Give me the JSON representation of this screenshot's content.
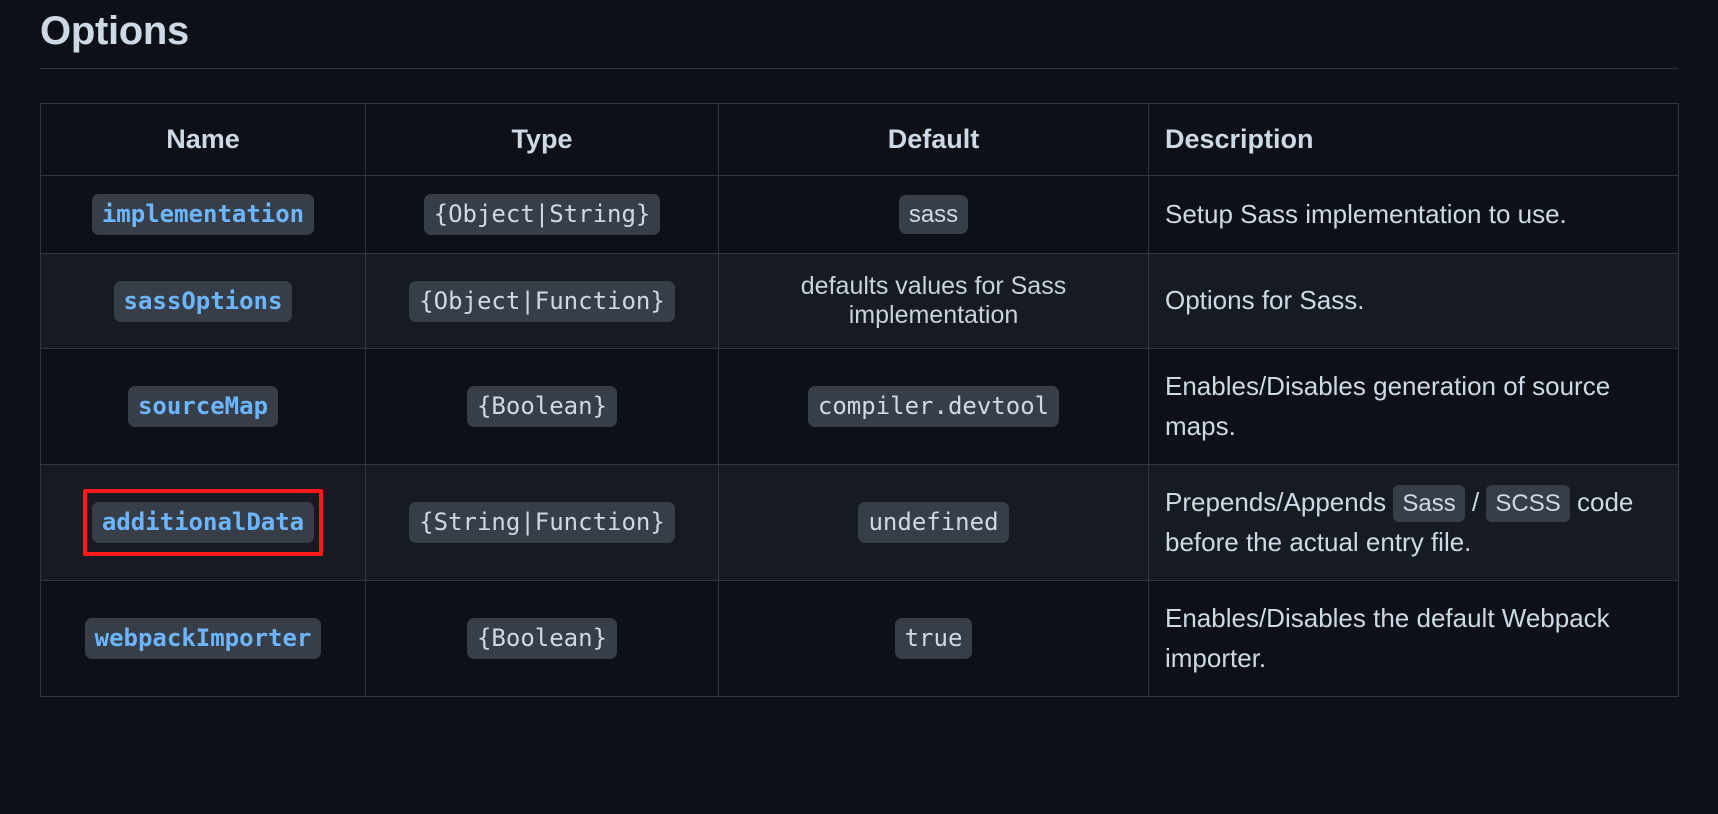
{
  "page": {
    "title": "Options",
    "theme": {
      "background": "#0d1117",
      "row_alt_background": "#161b22",
      "border": "#30363d",
      "text": "#cdd9e5",
      "code_background": "#373e47",
      "code_name_color": "#6cb6ff",
      "highlight_color": "#ff1a1a"
    }
  },
  "table": {
    "headers": {
      "name": "Name",
      "type": "Type",
      "default": "Default",
      "description": "Description"
    },
    "rows": [
      {
        "name": "implementation",
        "type": "{Object|String}",
        "default": "sass",
        "description": "Setup Sass implementation to use.",
        "highlighted": false
      },
      {
        "name": "sassOptions",
        "type": "{Object|Function}",
        "default": "defaults values for Sass implementation",
        "description": "Options for Sass.",
        "highlighted": false
      },
      {
        "name": "sourceMap",
        "type": "{Boolean}",
        "default": "compiler.devtool",
        "description": "Enables/Disables generation of source maps.",
        "highlighted": false
      },
      {
        "name": "additionalData",
        "type": "{String|Function}",
        "default": "undefined",
        "description_parts": {
          "lead": "Prepends/Appends ",
          "code1": "Sass",
          "separator": " / ",
          "code2": "SCSS",
          "tail": " code before the actual entry file."
        },
        "highlighted": true
      },
      {
        "name": "webpackImporter",
        "type": "{Boolean}",
        "default": "true",
        "description": "Enables/Disables the default Webpack importer.",
        "highlighted": false
      }
    ]
  }
}
